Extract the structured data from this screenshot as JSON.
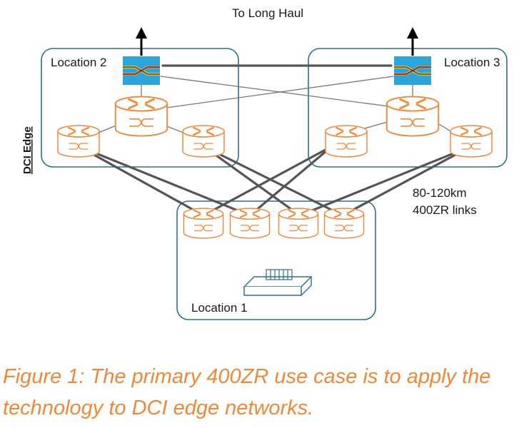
{
  "diagram": {
    "top_label": "To Long Haul",
    "side_label": "DCI Edge",
    "locations": {
      "loc1": "Location 1",
      "loc2": "Location 2",
      "loc3": "Location 3"
    },
    "link_label_line1": "80-120km",
    "link_label_line2": "400ZR links"
  },
  "caption": "Figure 1: The primary 400ZR use case is to apply the technology to DCI edge networks.",
  "colors": {
    "router": "#f0883a",
    "box_border": "#2e6d8c",
    "link": "#555555",
    "caption": "#f0883a",
    "optical": "#29a8e0"
  },
  "icons": [
    "router-icon",
    "optical-switch-icon",
    "up-arrow-icon",
    "server-chassis-icon"
  ]
}
